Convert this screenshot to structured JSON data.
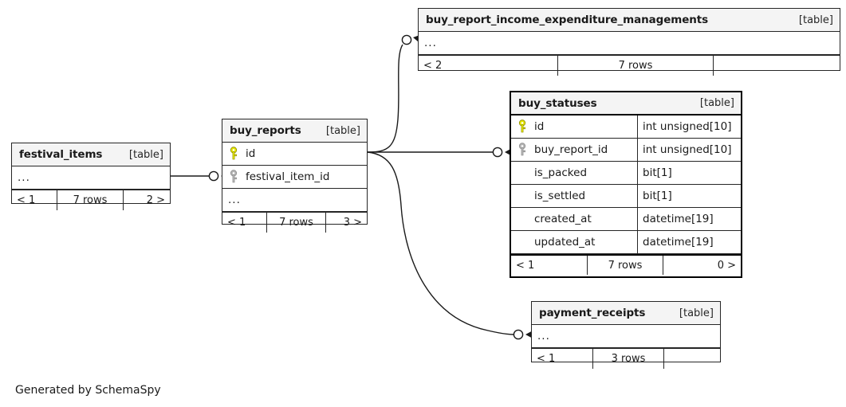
{
  "diagram": {
    "credit": "Generated by SchemaSpy",
    "kind_label": "[table]",
    "ellipsis": "...",
    "colors": {
      "primary_key": "#e8e800",
      "foreign_key": "#b3b3b3",
      "header_bg": "#f4f4f4",
      "border": "#262626",
      "focal_border": "#000000",
      "edge": "#1a1a1a",
      "page_bg": "#ffffff"
    }
  },
  "tables": [
    {
      "id": "buy_report_income_expenditure_managements",
      "name": "buy_report_income_expenditure_managements",
      "kind": "[table]",
      "focal": false,
      "has_ellipsis_row": true,
      "columns": [],
      "footer": {
        "left": "< 2",
        "middle": "7 rows",
        "right": ""
      }
    },
    {
      "id": "buy_statuses",
      "name": "buy_statuses",
      "kind": "[table]",
      "focal": true,
      "has_ellipsis_row": false,
      "columns": [
        {
          "name": "id",
          "type": "int unsigned[10]",
          "key": "primary"
        },
        {
          "name": "buy_report_id",
          "type": "int unsigned[10]",
          "key": "foreign"
        },
        {
          "name": "is_packed",
          "type": "bit[1]",
          "key": "none"
        },
        {
          "name": "is_settled",
          "type": "bit[1]",
          "key": "none"
        },
        {
          "name": "created_at",
          "type": "datetime[19]",
          "key": "none"
        },
        {
          "name": "updated_at",
          "type": "datetime[19]",
          "key": "none"
        }
      ],
      "footer": {
        "left": "< 1",
        "middle": "7 rows",
        "right": "0 >"
      }
    },
    {
      "id": "buy_reports",
      "name": "buy_reports",
      "kind": "[table]",
      "focal": false,
      "has_ellipsis_row": true,
      "columns": [
        {
          "name": "id",
          "type": "",
          "key": "primary"
        },
        {
          "name": "festival_item_id",
          "type": "",
          "key": "foreign"
        }
      ],
      "footer": {
        "left": "< 1",
        "middle": "7 rows",
        "right": "3 >"
      }
    },
    {
      "id": "festival_items",
      "name": "festival_items",
      "kind": "[table]",
      "focal": false,
      "has_ellipsis_row": true,
      "columns": [],
      "footer": {
        "left": "< 1",
        "middle": "7 rows",
        "right": "2 >"
      }
    },
    {
      "id": "payment_receipts",
      "name": "payment_receipts",
      "kind": "[table]",
      "focal": false,
      "has_ellipsis_row": true,
      "columns": [],
      "footer": {
        "left": "< 1",
        "middle": "3 rows",
        "right": ""
      }
    }
  ],
  "relationships": [
    {
      "from": "festival_items",
      "to": "buy_reports",
      "to_column": "festival_item_id"
    },
    {
      "from": "buy_reports",
      "to": "buy_report_income_expenditure_managements"
    },
    {
      "from": "buy_reports",
      "to": "buy_statuses",
      "to_column": "buy_report_id"
    },
    {
      "from": "buy_reports",
      "to": "payment_receipts"
    }
  ]
}
